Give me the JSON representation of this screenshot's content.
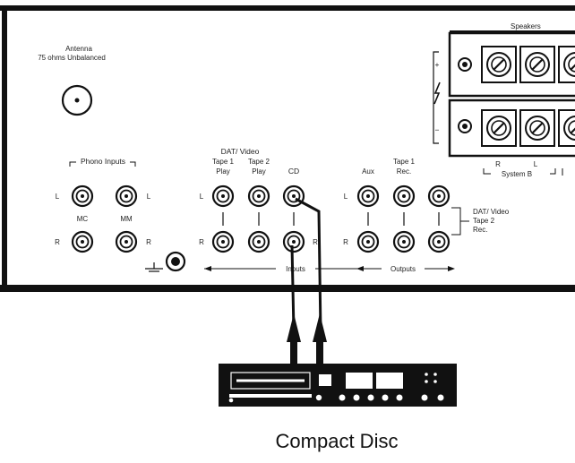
{
  "antenna": {
    "title": "Antenna",
    "spec": "75 ohms Unbalanced"
  },
  "speakers": {
    "title": "Speakers",
    "plus": "+",
    "minus": "−",
    "system_b": "System B",
    "r": "R",
    "l": "L"
  },
  "phono": {
    "title": "Phono Inputs",
    "mc": "MC",
    "mm": "MM"
  },
  "group_header": "DAT/ Video",
  "columns": {
    "tape1_play": [
      "Tape 1",
      "Play"
    ],
    "tape2_play": [
      "Tape 2",
      "Play"
    ],
    "cd": "CD",
    "aux": "Aux",
    "tape1_rec": [
      "Tape 1",
      "Rec."
    ]
  },
  "side_note": [
    "DAT/ Video",
    "Tape 2",
    "Rec."
  ],
  "channel": {
    "left": "L",
    "right": "R"
  },
  "sections": {
    "inputs": "Inputs",
    "outputs": "Outputs"
  },
  "device": {
    "caption": "Compact Disc"
  },
  "colors": {
    "ink": "#111111",
    "panel": "#ffffff",
    "background": "#ffffff"
  }
}
